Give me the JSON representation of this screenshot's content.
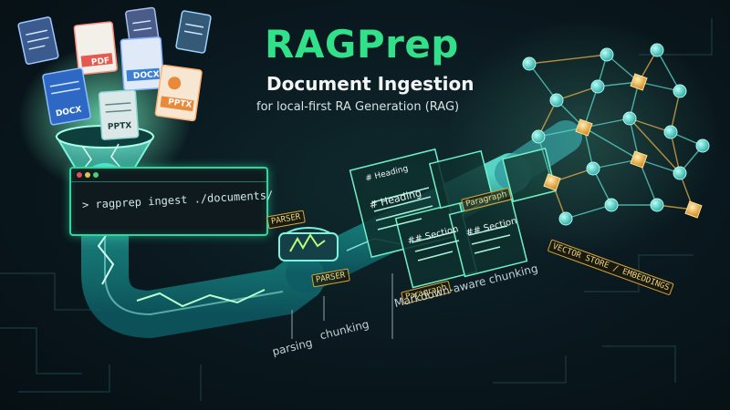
{
  "header": {
    "title": "RAGPrep",
    "subtitle": "Document Ingestion",
    "tagline": "for  local-first RA Generation (RAG)"
  },
  "terminal": {
    "command": "> ragprep ingest ./documents/"
  },
  "documents": [
    {
      "type": "PDF"
    },
    {
      "type": "DOCX"
    },
    {
      "type": "DOCX"
    },
    {
      "type": "PPTX"
    },
    {
      "type": "PPTX"
    }
  ],
  "pipeline": {
    "parser_top": "PARSER",
    "parser_bottom": "PARSER",
    "caption_parsing": "parsing",
    "caption_chunking": "chunking"
  },
  "chunks": {
    "heading_small": "# Heading",
    "heading_large": "# Heading",
    "section_1": "## Section",
    "section_2": "## Section",
    "paragraph_1": "Paragraph",
    "paragraph_2": "Paragraph",
    "caption": "Markdown-aware chunking"
  },
  "vector_store": {
    "label": "VECTOR STORE / EMBEDDINGS"
  },
  "colors": {
    "accent": "#33e08a",
    "glow": "#2fd6a0",
    "node": "#3fd1c2",
    "node_gold": "#f2b63c",
    "doc_pdf": "#e55a4e",
    "doc_docx": "#3e7fd6",
    "doc_pptx": "#e88a3a"
  }
}
